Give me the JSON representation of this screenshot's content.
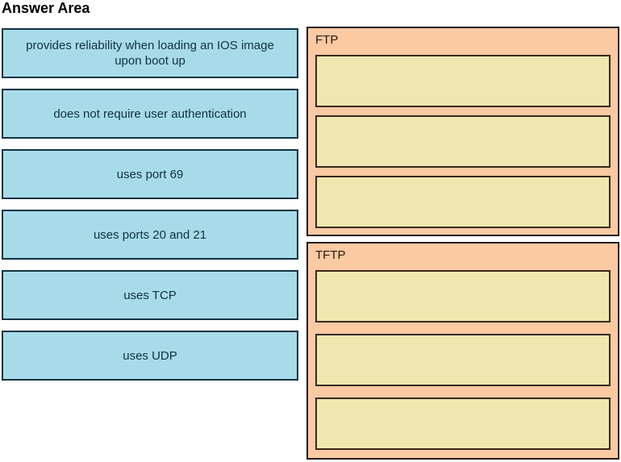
{
  "title": "Answer Area",
  "draggables": [
    {
      "label": "provides reliability when loading an IOS image upon boot up"
    },
    {
      "label": "does not require user authentication"
    },
    {
      "label": "uses port 69"
    },
    {
      "label": "uses ports 20 and 21"
    },
    {
      "label": "uses TCP"
    },
    {
      "label": "uses UDP"
    }
  ],
  "targets": [
    {
      "label": "FTP",
      "slot_count": 3
    },
    {
      "label": "TFTP",
      "slot_count": 3
    }
  ],
  "colors": {
    "drag_box_fill": "#a8dbea",
    "drag_box_border": "#0f3343",
    "panel_fill": "#fbc9a2",
    "panel_border": "#241b11",
    "slot_fill": "#f0e6af",
    "slot_border": "#352a1b",
    "title_text": "#000000"
  }
}
